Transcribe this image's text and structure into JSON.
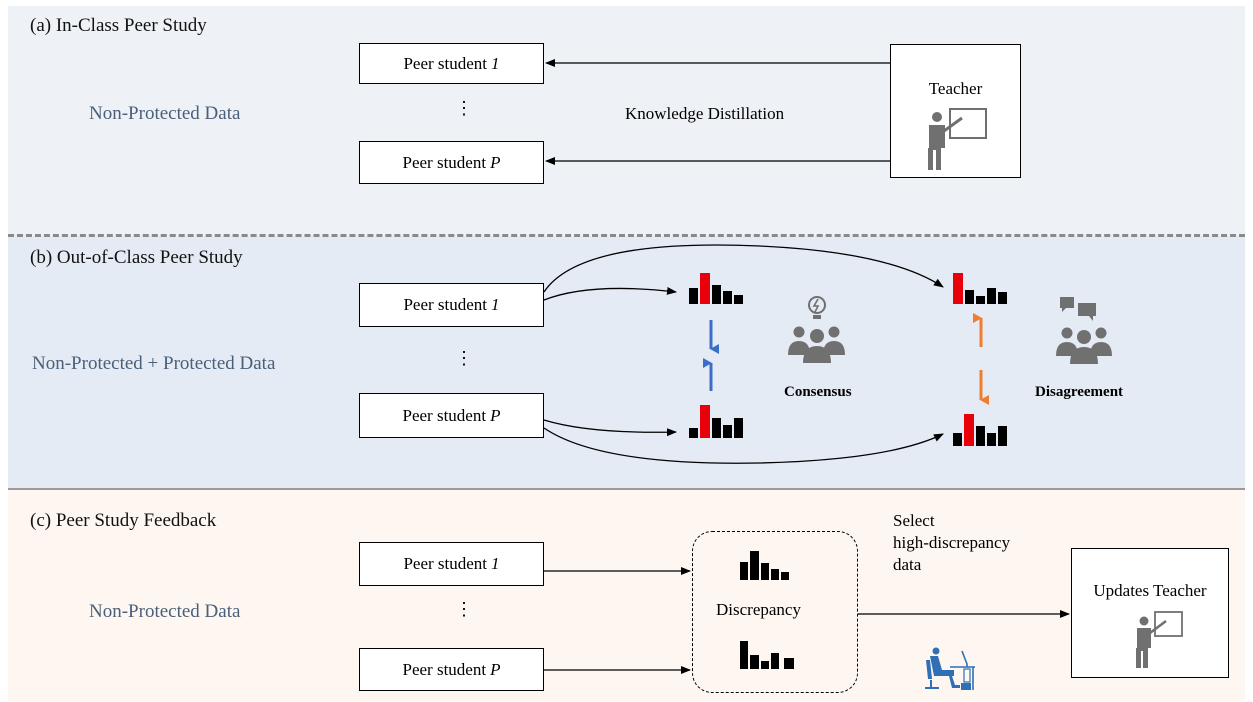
{
  "panels": {
    "a": {
      "title": "(a) In-Class Peer Study",
      "data_label": "Non-Protected Data",
      "peer1": "Peer student",
      "peer1_index": "1",
      "peerP": "Peer student",
      "peerP_index": "P",
      "dots": "⋮",
      "arrow_label": "Knowledge Distillation",
      "teacher": "Teacher"
    },
    "b": {
      "title": "(b) Out-of-Class Peer Study",
      "data_label": "Non-Protected + Protected Data",
      "peer1": "Peer student",
      "peer1_index": "1",
      "peerP": "Peer student",
      "peerP_index": "P",
      "dots": "⋮",
      "consensus": "Consensus",
      "disagreement": "Disagreement"
    },
    "c": {
      "title": "(c) Peer Study Feedback",
      "data_label": "Non-Protected Data",
      "peer1": "Peer student",
      "peer1_index": "1",
      "peerP": "Peer student",
      "peerP_index": "P",
      "dots": "⋮",
      "discrepancy": "Discrepancy",
      "select_line1": "Select",
      "select_line2": "high-discrepancy",
      "select_line3": "data",
      "updates_teacher": "Updates Teacher"
    }
  },
  "colors": {
    "highlight_bar": "#e8000b",
    "bar": "#000000",
    "consensus_arrow": "#3b6fc7",
    "disagreement_arrow": "#ef7d2d",
    "icon_gray": "#707070",
    "worker_icon": "#2f6fb5"
  },
  "icons": [
    "teacher-icon",
    "consensus-icon",
    "disagreement-icon",
    "worker-icon"
  ]
}
